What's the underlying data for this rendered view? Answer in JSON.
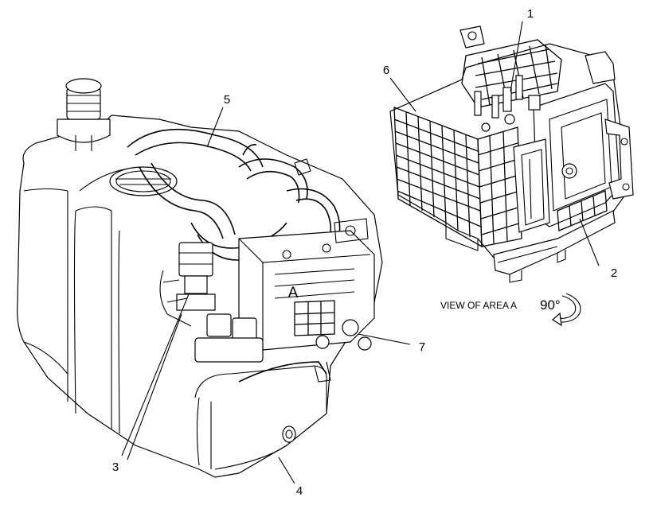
{
  "callouts": [
    {
      "id": "1",
      "label": "1"
    },
    {
      "id": "2",
      "label": "2"
    },
    {
      "id": "3",
      "label": "3"
    },
    {
      "id": "4",
      "label": "4"
    },
    {
      "id": "5",
      "label": "5"
    },
    {
      "id": "6",
      "label": "6"
    },
    {
      "id": "7",
      "label": "7"
    }
  ],
  "area_marker": "A",
  "view_caption": "VIEW OF AREA  A",
  "rotation_label": "90°",
  "icons": {
    "rotation": "rotate-arrow-icon"
  }
}
